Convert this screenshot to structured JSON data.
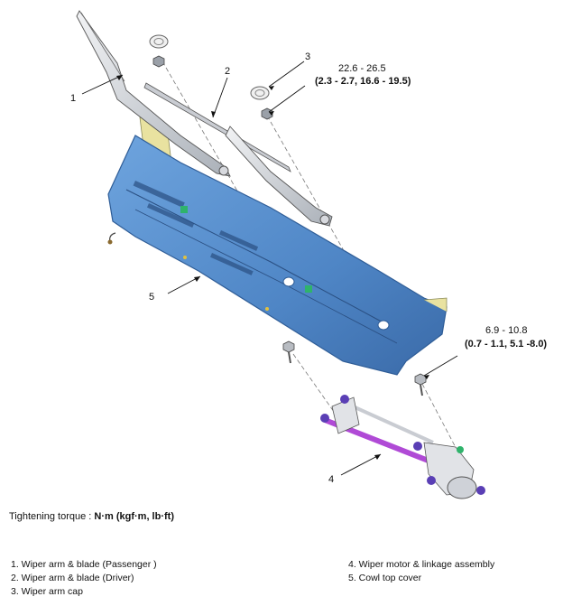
{
  "callouts": {
    "c1": "1",
    "c2": "2",
    "c3": "3",
    "c4": "4",
    "c5": "5"
  },
  "torque_top": {
    "nm": "22.6 - 26.5",
    "alt": "(2.3 - 2.7, 16.6 - 19.5)"
  },
  "torque_bottom": {
    "nm": "6.9 - 10.8",
    "alt": "(0.7 - 1.1, 5.1 -8.0)"
  },
  "tightening": {
    "label": "Tightening torque : ",
    "units": "N·m (kgf·m, lb·ft)"
  },
  "legend": {
    "left": [
      "1. Wiper arm & blade (Passenger )",
      "2. Wiper arm & blade (Driver)",
      "3. Wiper arm cap"
    ],
    "right": [
      "4. Wiper motor & linkage assembly",
      "5. Cowl top cover"
    ]
  },
  "colors": {
    "cowl": "#4f86c6",
    "cowl_dark": "#2f5d97",
    "arm": "#d7d9de",
    "motor": "#5a3fb5",
    "rod": "#b04ad6",
    "clip": "#2fb36b"
  }
}
